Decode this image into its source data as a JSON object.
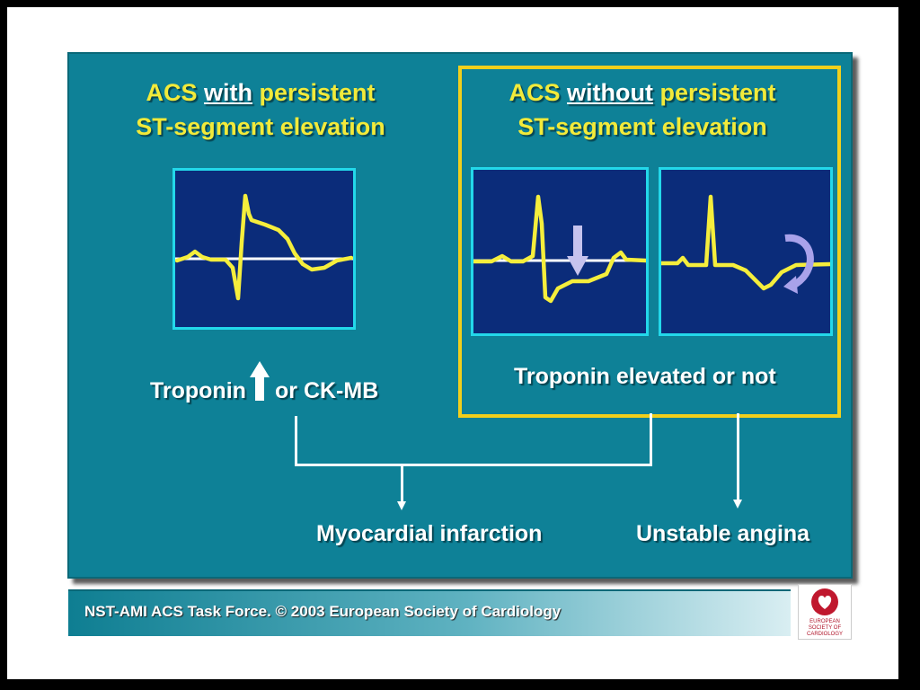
{
  "left_header": {
    "line1_a": "ACS ",
    "line1_u": "with",
    "line1_b": " persistent",
    "line2": "ST-segment elevation"
  },
  "right_header": {
    "line1_a": "ACS ",
    "line1_u": "without",
    "line1_b": " persistent",
    "line2": "ST-segment elevation"
  },
  "left_biomarker": {
    "prefix": "Troponin",
    "suffix": "or CK-MB"
  },
  "right_biomarker": "Troponin elevated or not",
  "outcomes": {
    "mi": "Myocardial infarction",
    "ua": "Unstable angina"
  },
  "footer": "NST-AMI ACS Task Force. © 2003 European Society of Cardiology",
  "logo": {
    "line1": "EUROPEAN",
    "line2": "SOCIETY OF",
    "line3": "CARDIOLOGY"
  },
  "colors": {
    "panel": "#0e8197",
    "header_text": "#f2ea3a",
    "ecg_bg": "#0b2c7a",
    "ecg_border": "#23d8ea",
    "trace": "#f5ee3c",
    "highlight_box": "#f1cf1c"
  }
}
